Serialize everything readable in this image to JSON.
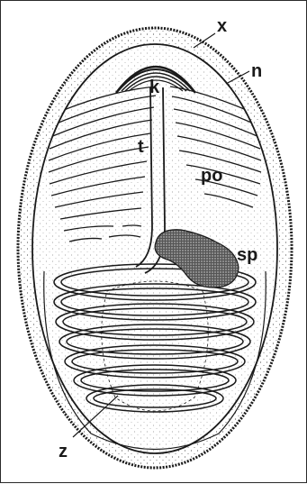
{
  "diagram": {
    "labels": {
      "x": "x",
      "n": "n",
      "k": "k",
      "t": "t",
      "po": "po",
      "sp": "sp",
      "z": "z"
    }
  },
  "colors": {
    "ink": "#1a1a1a",
    "shell_dot": "#555555",
    "nucleus_fill": "#3a3a3a",
    "background": "#ffffff"
  }
}
